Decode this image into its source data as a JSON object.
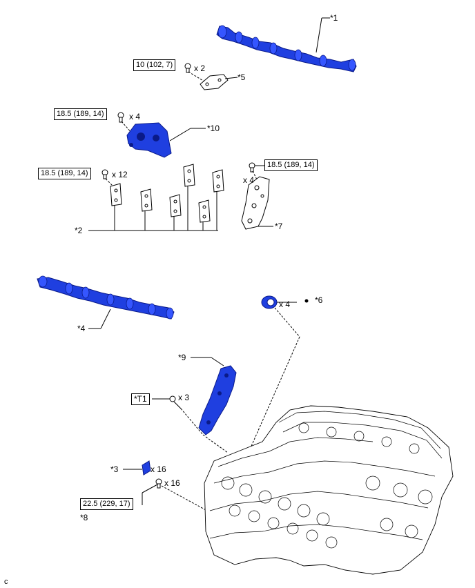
{
  "callouts": {
    "p1": "*1",
    "p2": "*2",
    "p3": "*3",
    "p4": "*4",
    "p5": "*5",
    "p6": "*6",
    "p7": "*7",
    "p8": "*8",
    "p9": "*9",
    "p10": "*10"
  },
  "quantities": {
    "bolt5": "x 2",
    "bolt10": "x 4",
    "bolt2": "x 12",
    "bolt7": "x 4",
    "seal6": "x 4",
    "boltT1": "x 3",
    "part3": "x 16",
    "bolt8": "x 16"
  },
  "torque": {
    "t5": "10 (102, 7)",
    "t10": "18.5 (189, 14)",
    "t2": "18.5 (189, 14)",
    "t7": "18.5 (189, 14)",
    "tT1": "*T1",
    "t8": "22.5 (229, 17)"
  },
  "corner_code": "c",
  "colors": {
    "part_blue": "#1f3fe0",
    "outline": "#000000"
  }
}
